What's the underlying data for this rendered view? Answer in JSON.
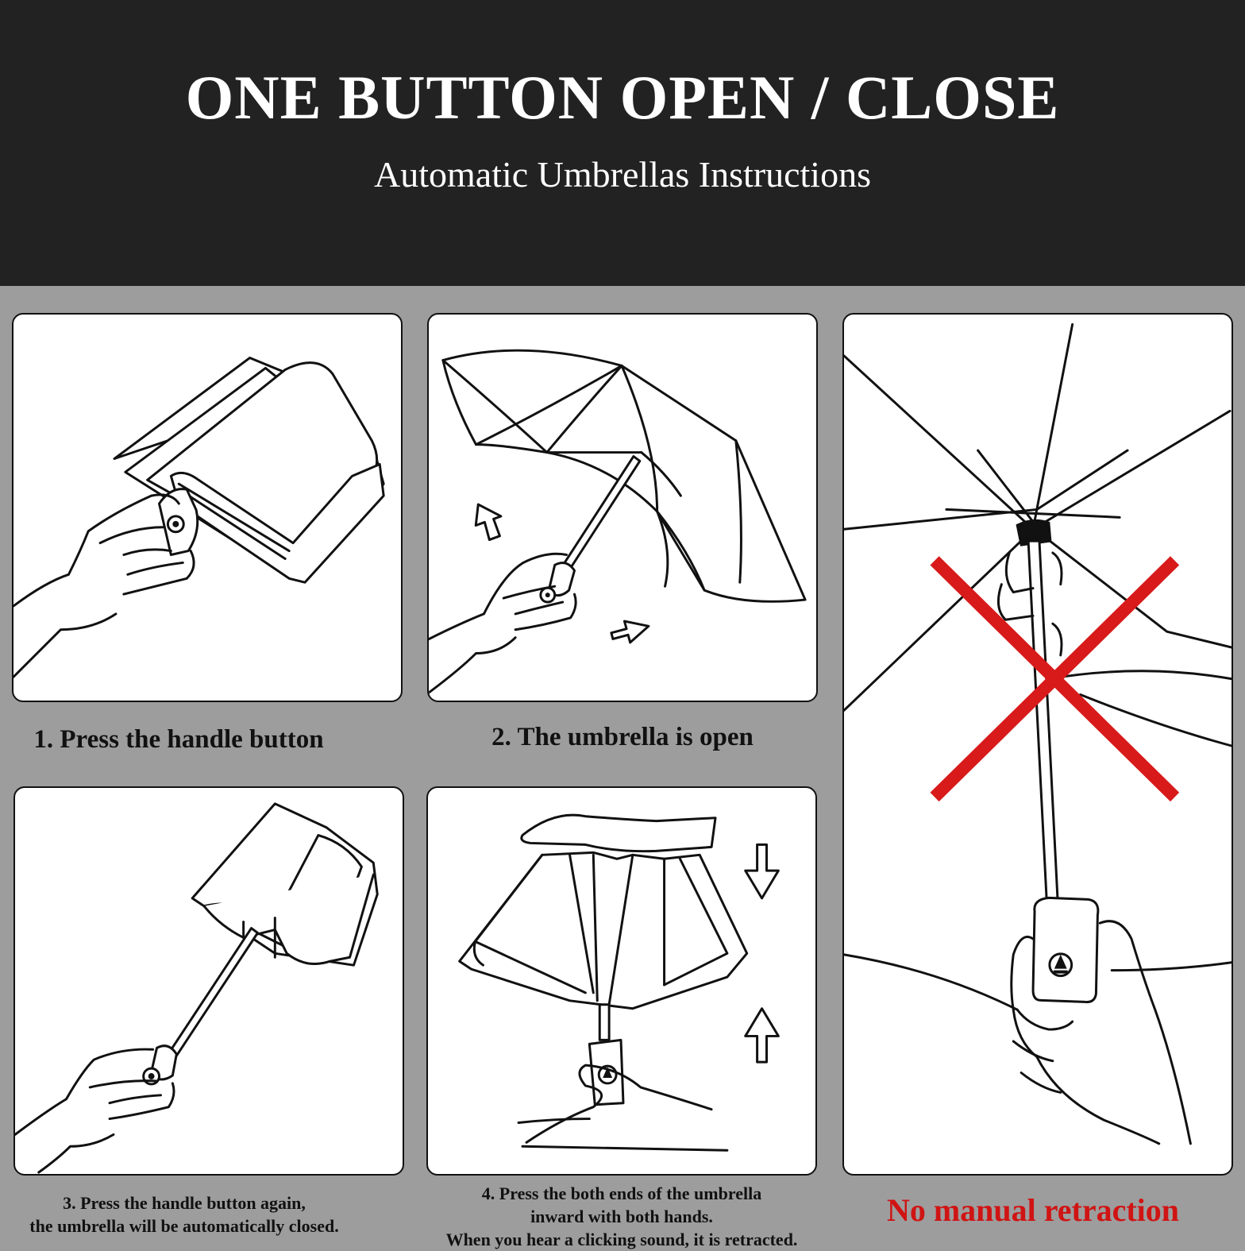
{
  "header": {
    "title": "ONE BUTTON OPEN / CLOSE",
    "subtitle": "Automatic Umbrellas Instructions"
  },
  "steps": [
    {
      "caption": "1. Press the handle button"
    },
    {
      "caption": "2. The umbrella is open"
    },
    {
      "caption_lines": [
        "3. Press the handle button again,",
        "the umbrella will be automatically closed."
      ]
    },
    {
      "caption_lines": [
        "4. Press the both ends of the umbrella",
        "inward with both hands.",
        "When you hear a clicking sound, it is retracted."
      ]
    }
  ],
  "warning": {
    "caption": "No manual retraction",
    "color": "#d01414"
  },
  "colors": {
    "header_bg": "#222222",
    "page_bg": "#9d9d9d",
    "cross": "#d81a1a"
  }
}
